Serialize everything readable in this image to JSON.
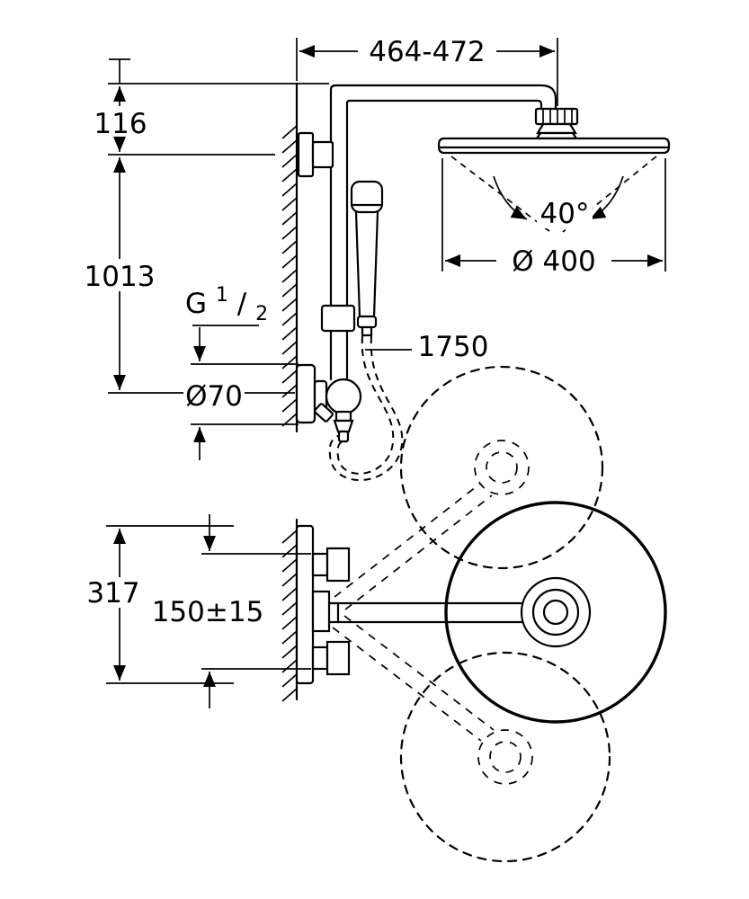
{
  "page": {
    "background": "#ffffff",
    "line_color": "#000000"
  },
  "labels": {
    "top_width": "464-472",
    "head_offset": "116",
    "riser_height": "1013",
    "thread_prefix": "G",
    "thread_numerator": "1",
    "thread_slash": "/",
    "thread_denominator": "2",
    "union_diameter": "Ø70",
    "hose_length": "1750",
    "spray_angle": "40°",
    "head_diameter": "Ø 400",
    "body_height": "317",
    "supply_spacing": "150±15"
  }
}
